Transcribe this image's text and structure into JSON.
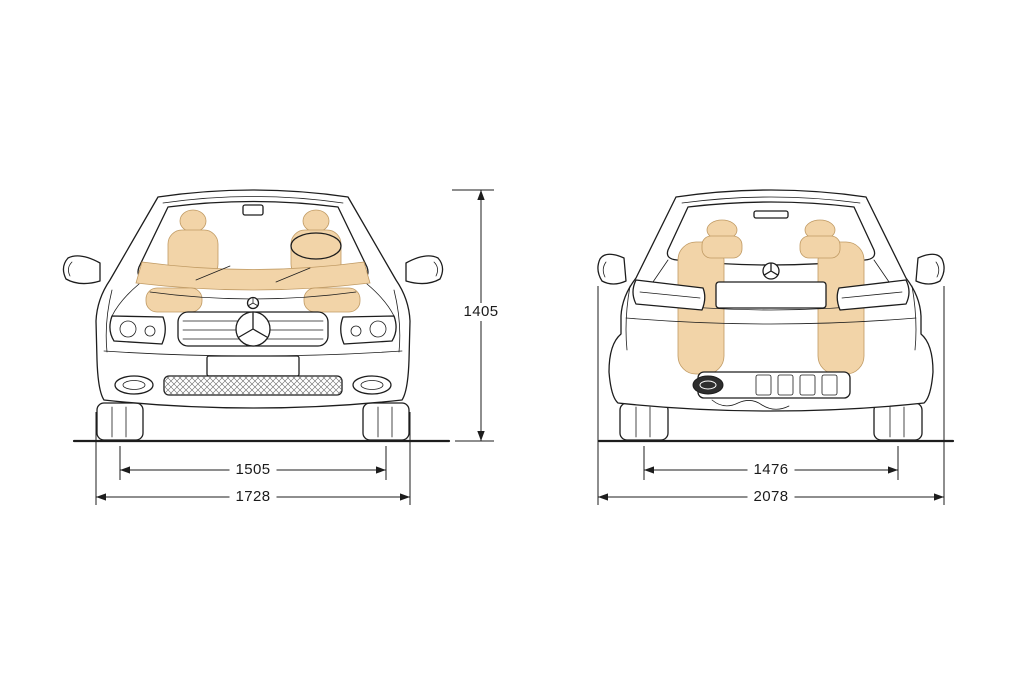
{
  "diagram": {
    "name": "vehicle-dimensions-front-and-rear-views",
    "dimensions": {
      "front": {
        "height": "1405",
        "track": "1505",
        "overall_width": "1728"
      },
      "rear": {
        "track": "1476",
        "overall_width": "2078"
      }
    },
    "icons": [
      "mercedes-star-icon"
    ],
    "colors": {
      "line": "#1d1d1d",
      "highlight_tan": "#f2d4a8",
      "highlight_outline": "#c09a63",
      "exhaust_dark": "#2e2e2e",
      "background": "#ffffff"
    }
  }
}
